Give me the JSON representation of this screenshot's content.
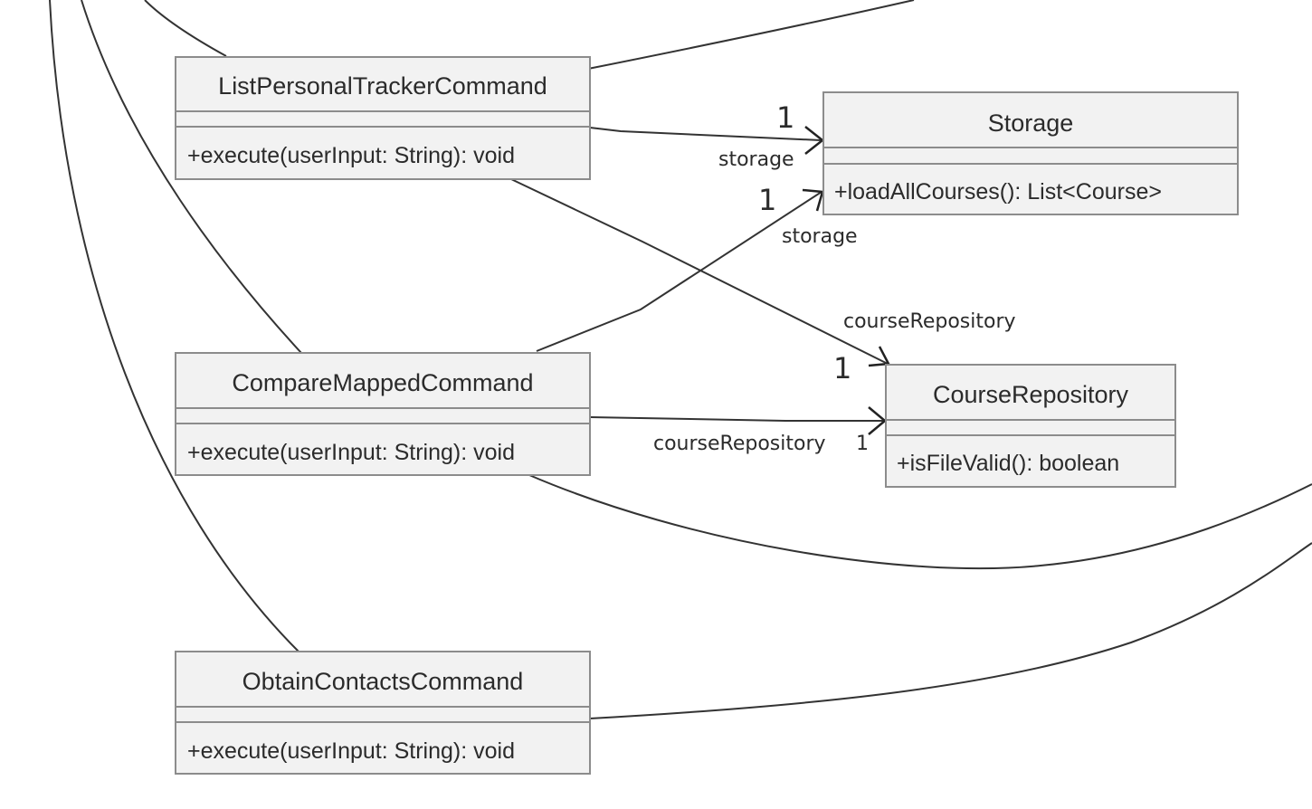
{
  "diagram": {
    "classes": {
      "list_personal_tracker": {
        "name": "ListPersonalTrackerCommand",
        "method": "+execute(userInput: String): void"
      },
      "storage": {
        "name": "Storage",
        "method": "+loadAllCourses(): List<Course>"
      },
      "compare_mapped": {
        "name": "CompareMappedCommand",
        "method": "+execute(userInput: String): void"
      },
      "course_repository": {
        "name": "CourseRepository",
        "method": "+isFileValid(): boolean"
      },
      "obtain_contacts": {
        "name": "ObtainContactsCommand",
        "method": "+execute(userInput: String): void"
      }
    },
    "associations": {
      "list_to_storage": {
        "role": "storage",
        "multiplicity": "1"
      },
      "compare_to_storage": {
        "role": "storage",
        "multiplicity": "1"
      },
      "list_to_course_repository": {
        "role": "courseRepository",
        "multiplicity": "1"
      },
      "compare_to_course_repository": {
        "role": "courseRepository",
        "multiplicity": "1"
      }
    }
  }
}
